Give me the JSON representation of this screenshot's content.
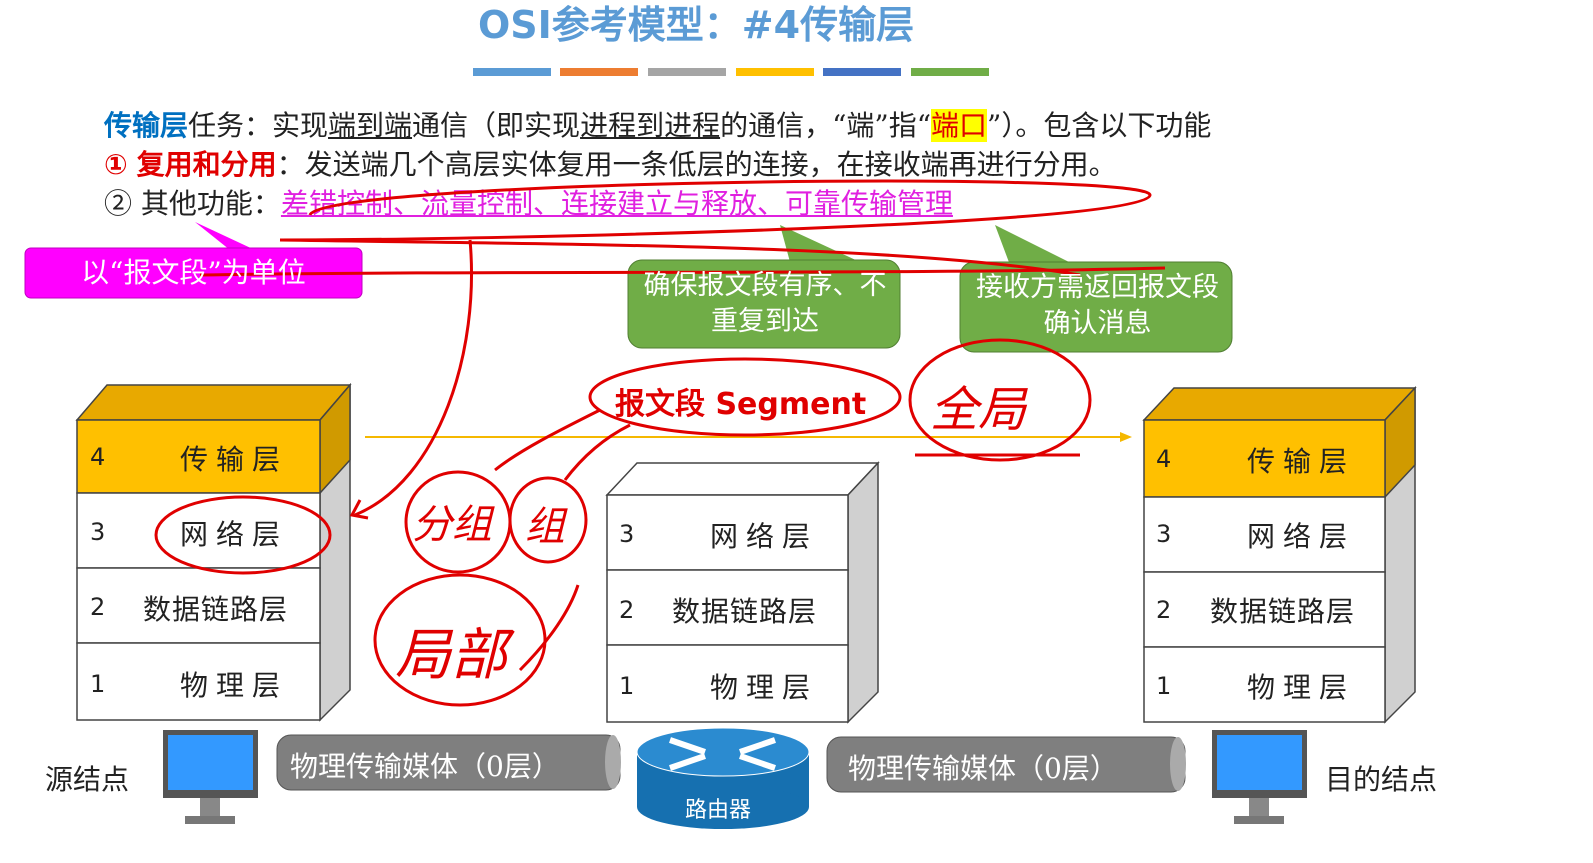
{
  "title": "OSI参考模型：#4传输层",
  "title_bar_colors": [
    "#5b9bd5",
    "#ed7d31",
    "#a5a5a5",
    "#ffc000",
    "#4472c4",
    "#70ad47"
  ],
  "intro": {
    "head": "传输层",
    "t1": "任务：实现",
    "u1": "端到端",
    "t2": "通信（即实现",
    "u2": "进程到进程",
    "t3": "的通信，“端”指“",
    "hl": "端口",
    "t4": "”）。包含以下功能"
  },
  "item1": {
    "num": "①",
    "head": "复用和分用",
    "text": "：发送端几个高层实体复用一条低层的连接，在接收端再进行分用。"
  },
  "item2": {
    "num": "②",
    "head": "其他功能：",
    "funcs": "差错控制、流量控制、连接建立与释放、可靠传输管理"
  },
  "callouts": {
    "unit": "以“报文段”为单位",
    "order": "确保报文段有序、不重复到达",
    "ack": "接收方需返回报文段确认消息"
  },
  "segment_label": "报文段 Segment",
  "nodes": {
    "source": {
      "label": "源结点",
      "layers": [
        {
          "n": "4",
          "name": "传输层"
        },
        {
          "n": "3",
          "name": "网络层"
        },
        {
          "n": "2",
          "name": "数据链路层"
        },
        {
          "n": "1",
          "name": "物理层"
        }
      ]
    },
    "router": {
      "label": "路由器",
      "layers": [
        {
          "n": "3",
          "name": "网络层"
        },
        {
          "n": "2",
          "name": "数据链路层"
        },
        {
          "n": "1",
          "name": "物理层"
        }
      ]
    },
    "dest": {
      "label": "目的结点",
      "layers": [
        {
          "n": "4",
          "name": "传输层"
        },
        {
          "n": "3",
          "name": "网络层"
        },
        {
          "n": "2",
          "name": "数据链路层"
        },
        {
          "n": "1",
          "name": "物理层"
        }
      ]
    }
  },
  "media": {
    "left": "物理传输媒体（0层）",
    "right": "物理传输媒体（0层）"
  },
  "handwriting": {
    "group": "分组",
    "group2": "组",
    "local": "局部",
    "global": "全局"
  },
  "colors": {
    "transport": "#ffc000",
    "layer": "#ffffff",
    "side": "#c8c8c8",
    "callout_green": "#70ad47",
    "callout_magenta": "#ff00ff",
    "ink": "#e00000"
  }
}
